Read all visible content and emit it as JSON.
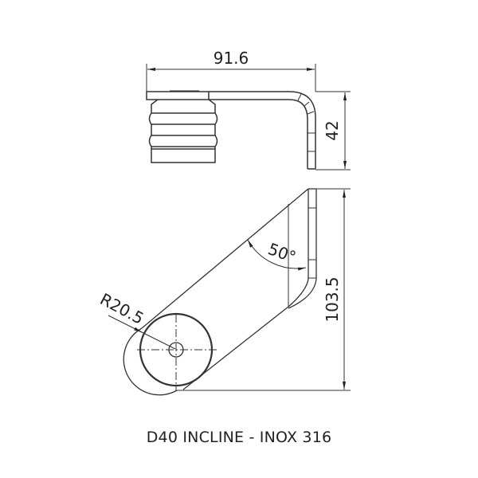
{
  "drawing": {
    "title": "D40 INCLINE - INOX 316",
    "colors": {
      "line": "#333333",
      "background": "#ffffff"
    },
    "top_view": {
      "width_label": "91.6",
      "height_label": "42"
    },
    "side_view": {
      "height_label": "103.5",
      "angle_label": "50°",
      "radius_label": "R20.5"
    }
  }
}
